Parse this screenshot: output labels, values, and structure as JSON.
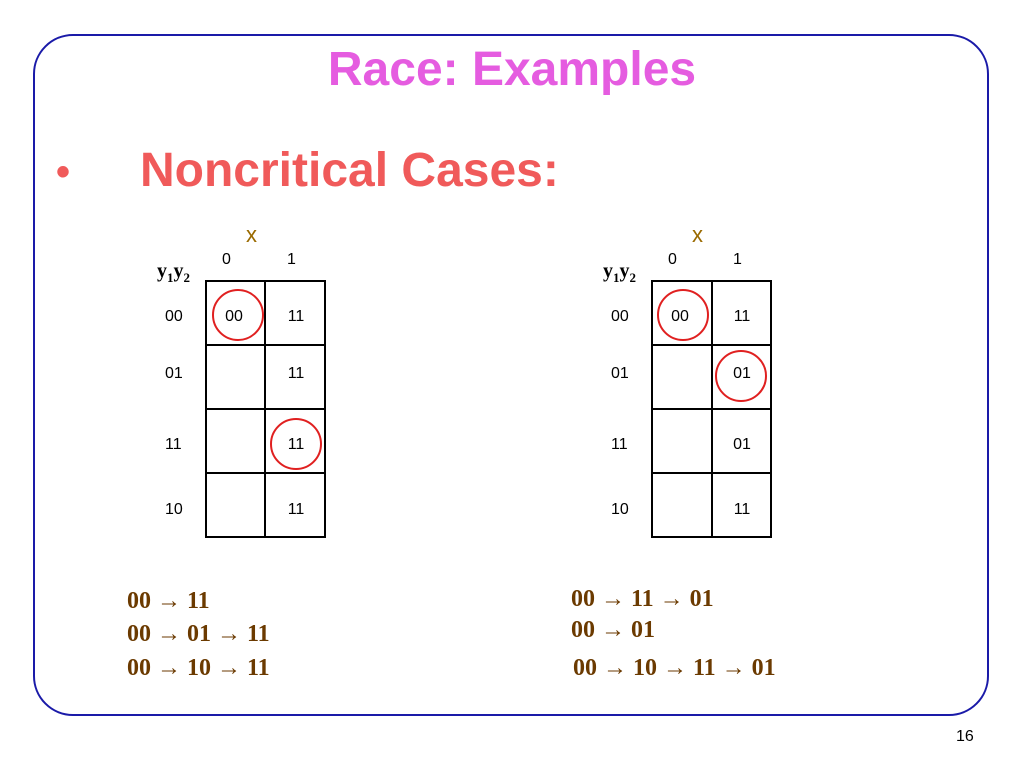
{
  "slide": {
    "title": "Race: Examples",
    "bullet_char": "•",
    "heading": "Noncritical Cases:",
    "page_number": "16"
  },
  "maps": [
    {
      "x_label": "x",
      "col_labels": [
        "0",
        "1"
      ],
      "row_header": {
        "y1": "y",
        "sub1": "1",
        "y2": "y",
        "sub2": "2"
      },
      "row_labels": [
        "00",
        "01",
        "11",
        "10"
      ],
      "cells": [
        [
          "00",
          "11"
        ],
        [
          "",
          "11"
        ],
        [
          "",
          "11"
        ],
        [
          "",
          "11"
        ]
      ],
      "stable_states": [
        "row 00, x=0",
        "row 11, x=1"
      ],
      "sequences": [
        "00 → 11",
        "00 → 01 → 11",
        "00 → 10 → 11"
      ]
    },
    {
      "x_label": "x",
      "col_labels": [
        "0",
        "1"
      ],
      "row_header": {
        "y1": "y",
        "sub1": "1",
        "y2": "y",
        "sub2": "2"
      },
      "row_labels": [
        "00",
        "01",
        "11",
        "10"
      ],
      "cells": [
        [
          "00",
          "11"
        ],
        [
          "",
          "01"
        ],
        [
          "",
          "01"
        ],
        [
          "",
          "11"
        ]
      ],
      "stable_states": [
        "row 00, x=0",
        "row 01, x=1"
      ],
      "sequences": [
        "00 → 11 → 01",
        "00 → 01",
        "00 → 10 → 11 → 01"
      ]
    }
  ]
}
